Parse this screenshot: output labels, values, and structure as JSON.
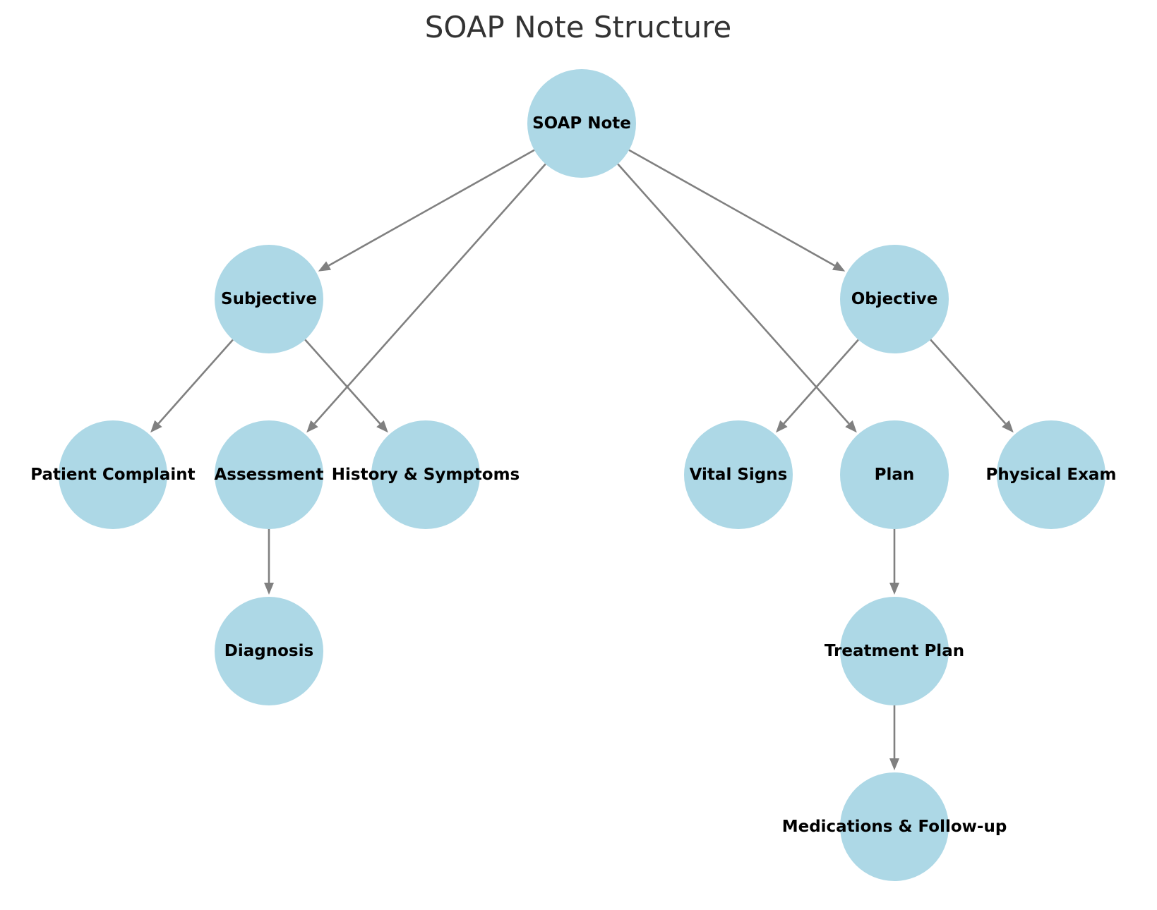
{
  "title": "SOAP Note Structure",
  "colors": {
    "node_fill": "#add8e6",
    "edge": "#808080",
    "label": "#000000",
    "title": "#333333"
  },
  "nodes": [
    {
      "id": "soap",
      "label": "SOAP Note"
    },
    {
      "id": "subjective",
      "label": "Subjective"
    },
    {
      "id": "objective",
      "label": "Objective"
    },
    {
      "id": "patient_complaint",
      "label": "Patient Complaint"
    },
    {
      "id": "assessment",
      "label": "Assessment"
    },
    {
      "id": "history",
      "label": "History & Symptoms"
    },
    {
      "id": "vital_signs",
      "label": "Vital Signs"
    },
    {
      "id": "plan",
      "label": "Plan"
    },
    {
      "id": "physical_exam",
      "label": "Physical Exam"
    },
    {
      "id": "diagnosis",
      "label": "Diagnosis"
    },
    {
      "id": "treatment_plan",
      "label": "Treatment Plan"
    },
    {
      "id": "medications",
      "label": "Medications & Follow-up"
    }
  ],
  "edges": [
    {
      "from": "soap",
      "to": "subjective"
    },
    {
      "from": "soap",
      "to": "objective"
    },
    {
      "from": "soap",
      "to": "assessment"
    },
    {
      "from": "soap",
      "to": "plan"
    },
    {
      "from": "subjective",
      "to": "patient_complaint"
    },
    {
      "from": "subjective",
      "to": "history"
    },
    {
      "from": "objective",
      "to": "vital_signs"
    },
    {
      "from": "objective",
      "to": "physical_exam"
    },
    {
      "from": "assessment",
      "to": "diagnosis"
    },
    {
      "from": "plan",
      "to": "treatment_plan"
    },
    {
      "from": "treatment_plan",
      "to": "medications"
    }
  ]
}
